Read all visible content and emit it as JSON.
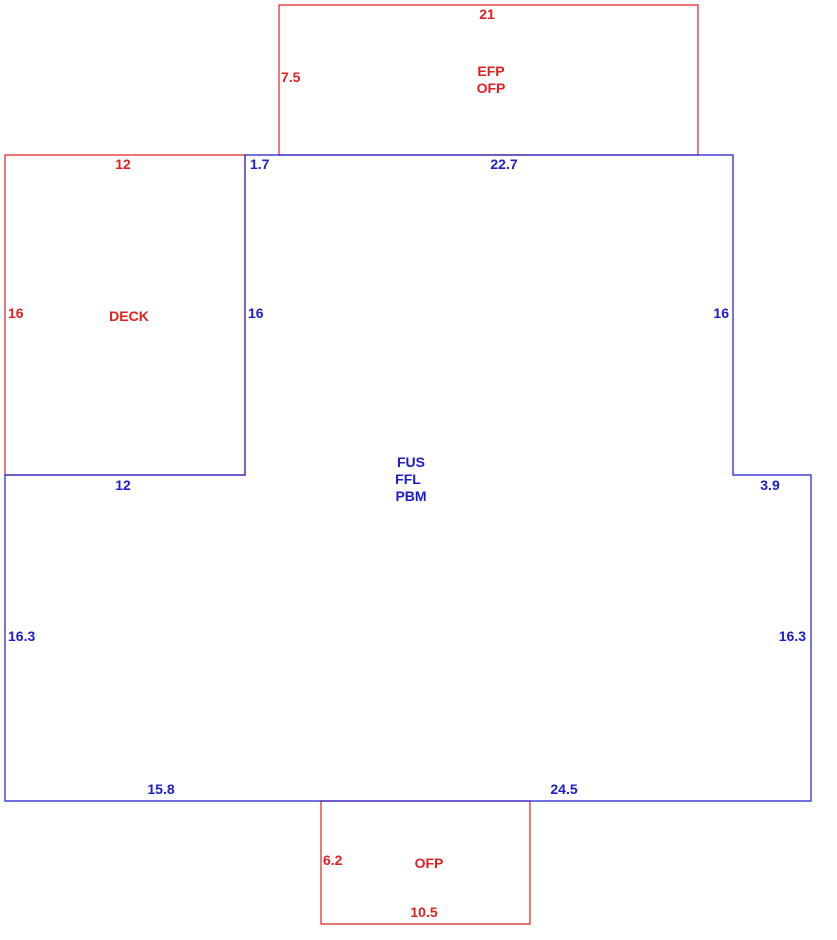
{
  "colors": {
    "addition": "#e02020",
    "main": "#1c1ccc"
  },
  "areas": {
    "efp_ofp": {
      "codes": [
        "EFP",
        "OFP"
      ],
      "dims": {
        "top": "21",
        "left": "7.5"
      }
    },
    "deck": {
      "code": "DECK",
      "dims": {
        "top": "12",
        "left": "16"
      }
    },
    "main": {
      "codes": [
        "FUS",
        "FFL",
        "PBM"
      ],
      "dims": {
        "top_small": "1.7",
        "top": "22.7",
        "inner_left": "16",
        "right_upper": "16",
        "step_left": "12",
        "step_right": "3.9",
        "left_lower": "16.3",
        "right_lower": "16.3",
        "bottom_left": "15.8",
        "bottom_right": "24.5"
      }
    },
    "ofp": {
      "code": "OFP",
      "dims": {
        "left": "6.2",
        "bottom": "10.5"
      }
    }
  }
}
